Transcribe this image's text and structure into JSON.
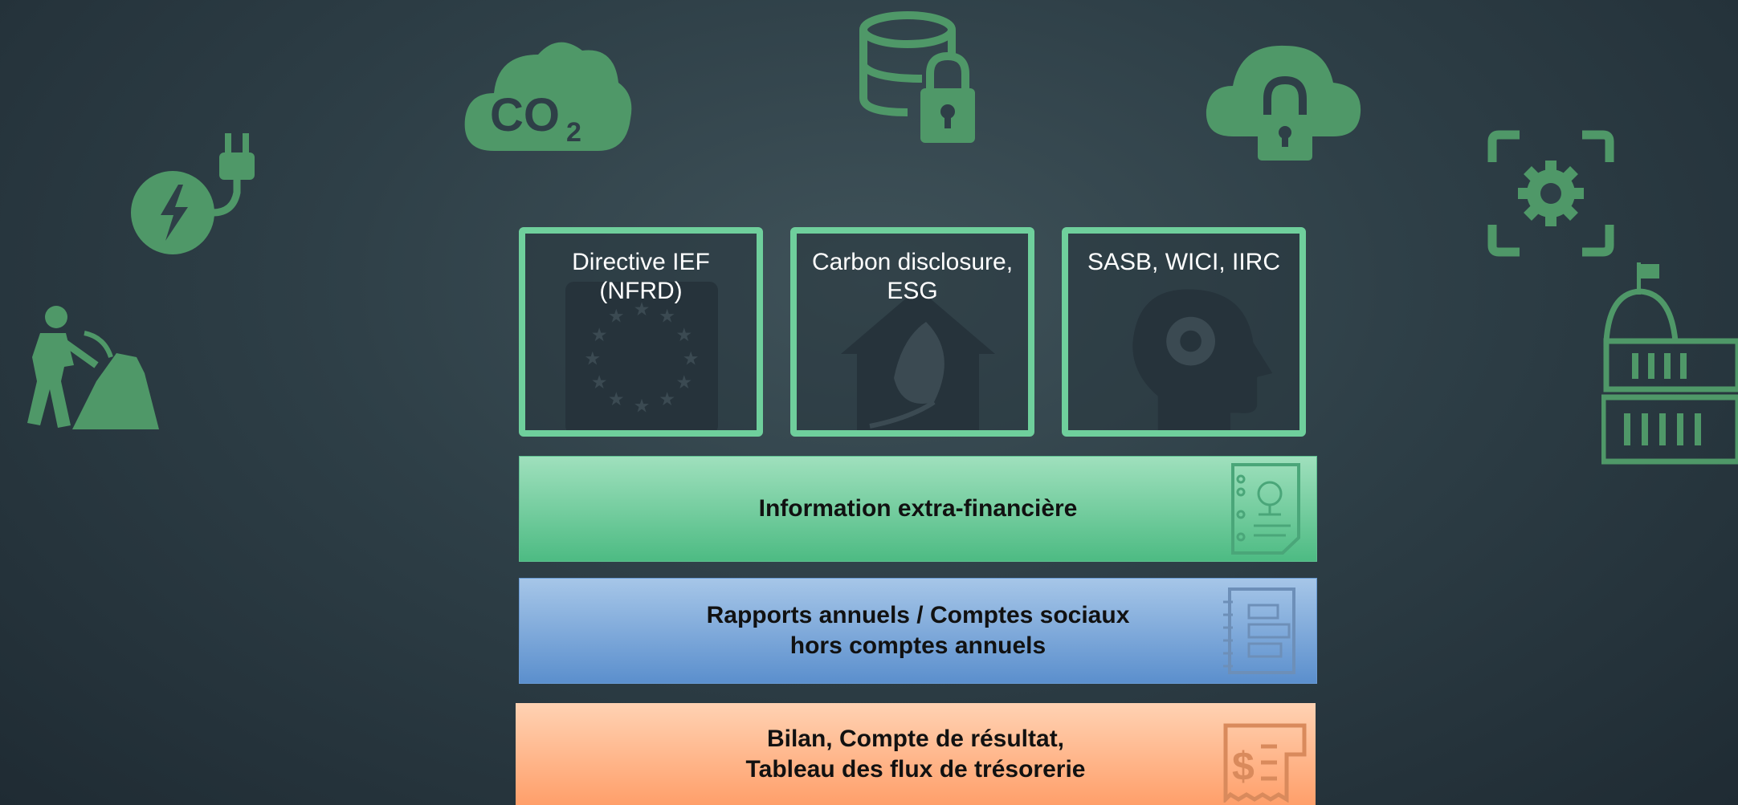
{
  "frameworks": [
    {
      "label": "Directive IEF\n(NFRD)",
      "background_icon": "eu-flag-icon"
    },
    {
      "label": "Carbon disclosure,\nESG",
      "background_icon": "eco-house-leaf-icon"
    },
    {
      "label": "SASB, WICI, IIRC",
      "background_icon": "head-gear-icon"
    }
  ],
  "layers": [
    {
      "label": "Information extra-financière",
      "icon": "document-tree-icon",
      "color": "#6fcf9c"
    },
    {
      "label": "Rapports annuels / Comptes sociaux\nhors comptes annuels",
      "icon": "notebook-report-icon",
      "color": "#7aa6dc"
    },
    {
      "label": "Bilan, Compte de résultat,\nTableau des flux de trésorerie",
      "icon": "dollar-receipt-icon",
      "color": "#ffb083"
    }
  ],
  "decorative_icons": [
    "energy-plug-icon",
    "mining-worker-icon",
    "co2-cloud-icon",
    "database-lock-icon",
    "cloud-lock-icon",
    "settings-frame-icon",
    "government-building-icon"
  ],
  "colors": {
    "icon_green": "#4f9868",
    "frame_green": "#6fcf9c"
  }
}
